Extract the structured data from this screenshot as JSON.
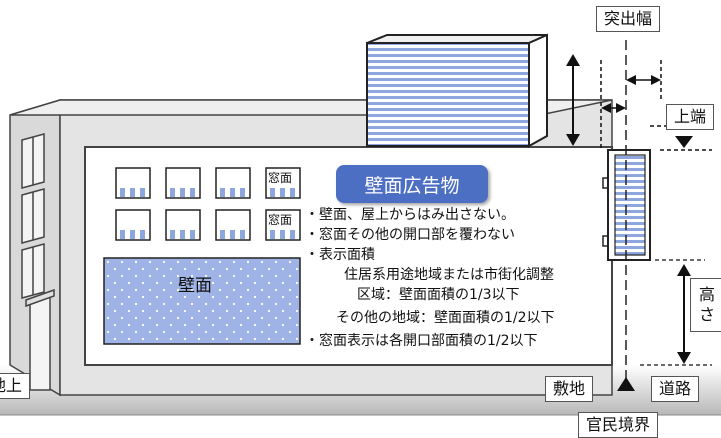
{
  "title": "壁面広告物",
  "labels": {
    "projection_width": "突出幅",
    "top_edge": "上端",
    "height": "高さ",
    "site": "敷地",
    "road": "道路",
    "boundary": "官民境界",
    "ground": "地上"
  },
  "window_label_1": "窓面",
  "window_label_2": "窓面",
  "wall_label": "壁面",
  "notes": [
    "・壁面、屋上からはみ出さない。",
    "・窓面その他の開口部を覆わない",
    "・表示面積",
    "住居系用途地域または市街化調整",
    "区域：壁面面積の1/3以下",
    "その他の地域：壁面面積の1/2以下",
    "・窓面表示は各開口部面積の1/2以下"
  ],
  "colors": {
    "accent_blue": "#4c6fc4",
    "stripe_blue": "#8ea6de",
    "wall_blue": "#9fb3e6",
    "building_gray": "#d9d9d9"
  }
}
